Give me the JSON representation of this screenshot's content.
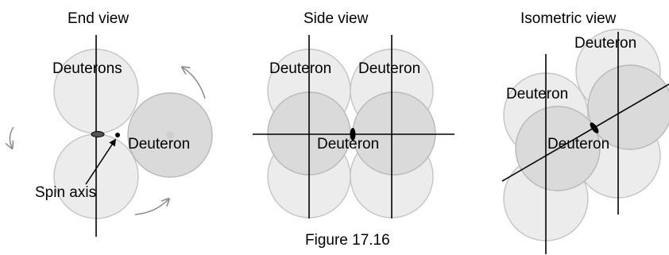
{
  "panels": {
    "end_view": {
      "title": "End view",
      "label_deuterons": "Deuterons",
      "label_deuteron": "Deuteron",
      "label_spin_axis": "Spin axis"
    },
    "side_view": {
      "title": "Side view",
      "label_top_left": "Deuteron",
      "label_top_right": "Deuteron",
      "label_center": "Deuteron"
    },
    "isometric_view": {
      "title": "Isometric view",
      "label_top": "Deuteron",
      "label_left": "Deuteron",
      "label_center": "Deuteron"
    }
  },
  "caption": "Figure 17.16",
  "colors": {
    "ball_light": "#ececec",
    "ball_dark": "#dadada",
    "ball_outline": "#c4c4c4",
    "axis": "#000000",
    "rotation_arrow": "#8a8a8a"
  }
}
